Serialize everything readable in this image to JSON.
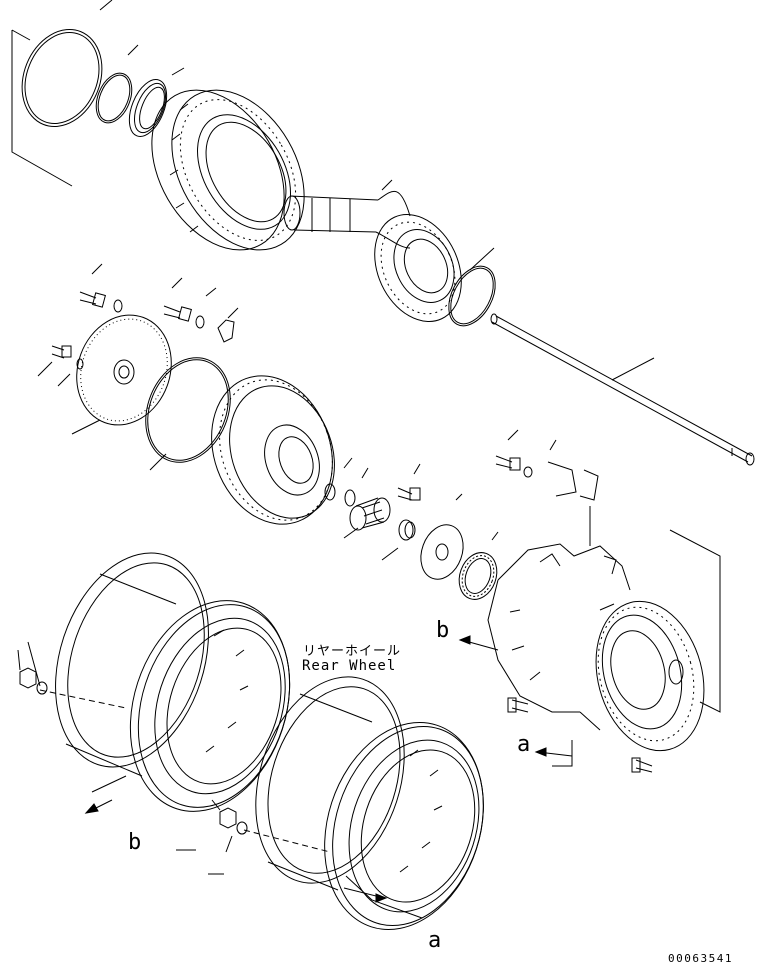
{
  "diagram": {
    "label_jp": "リヤーホイール",
    "label_en": "Rear Wheel",
    "ref_a_1": "a",
    "ref_a_2": "a",
    "ref_b_1": "b",
    "ref_b_2": "b",
    "drawing_code": "00063541"
  },
  "colors": {
    "ink": "#000000",
    "paper": "#ffffff"
  }
}
